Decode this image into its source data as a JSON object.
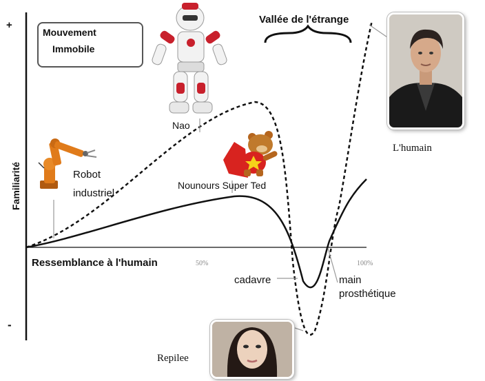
{
  "axes": {
    "y_label": "Familiarité",
    "y_plus": "+",
    "y_minus": "-",
    "x_label": "Ressemblance à l'humain",
    "x_tick_mid": "50%",
    "x_tick_end": "100%"
  },
  "legend": {
    "moving_label": "Mouvement",
    "still_label": "Immobile"
  },
  "uncanny_valley_label": "Vallée de l'étrange",
  "annotations": {
    "industrial_robot_line1": "Robot",
    "industrial_robot_line2": "industriel",
    "nao": "Nao",
    "teddy": "Nounours Super Ted",
    "corpse": "cadavre",
    "prosthetic_line1": "main",
    "prosthetic_line2": "prosthétique",
    "human": "L'humain",
    "repilee": "Repilee"
  },
  "colors": {
    "curve": "#111111",
    "robot_orange": "#e07b1a",
    "nao_red": "#c8202c",
    "teddy_red": "#d8231f",
    "teddy_brown": "#b5651d"
  }
}
